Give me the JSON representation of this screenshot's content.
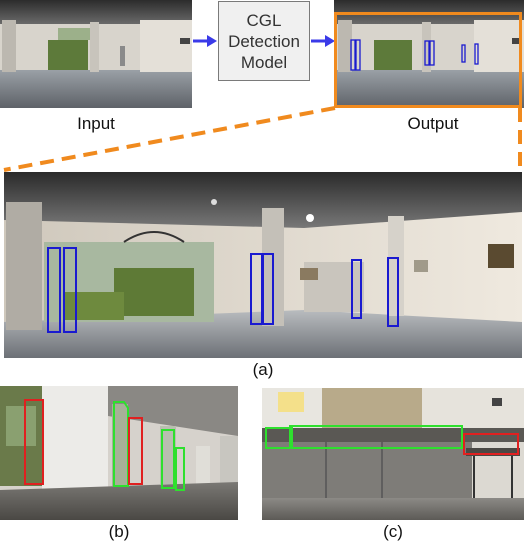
{
  "labels": {
    "input": "Input",
    "output": "Output",
    "model_lines": [
      "CGL",
      "Detection",
      "Model"
    ],
    "fig_a": "(a)",
    "fig_b": "(b)",
    "fig_c": "(c)"
  },
  "colors": {
    "arrow": "#3a3ae8",
    "highlight": "#f08a1e",
    "box_a": "#1a1ad0",
    "box_red": "#e02020",
    "box_green": "#2ee02e"
  },
  "icons": {
    "arrow": "right-arrow-icon"
  }
}
